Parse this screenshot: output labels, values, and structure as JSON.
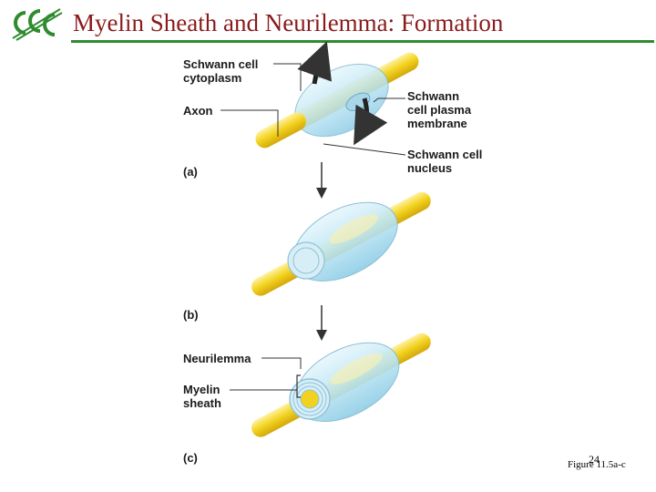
{
  "title": "Myelin Sheath and Neurilemma: Formation",
  "logo": {
    "name": "college-logo",
    "color": "#2e8b2e"
  },
  "labels": {
    "schwann_cytoplasm_1": "Schwann cell",
    "schwann_cytoplasm_2": "cytoplasm",
    "axon": "Axon",
    "plasma_membrane_1": "Schwann",
    "plasma_membrane_2": "cell plasma",
    "plasma_membrane_3": "membrane",
    "nucleus_1": "Schwann cell",
    "nucleus_2": "nucleus",
    "neurilemma": "Neurilemma",
    "myelin_1": "Myelin",
    "myelin_2": "sheath"
  },
  "panels": [
    "(a)",
    "(b)",
    "(c)"
  ],
  "figure_ref": "Figure 11.5a-c",
  "page_number": "24",
  "colors": {
    "title": "#8b1a1a",
    "rule": "#2e8b2e",
    "axon": "#f2d21e",
    "schwann_cell": "#bfe6f5",
    "leader_line": "#333333"
  }
}
